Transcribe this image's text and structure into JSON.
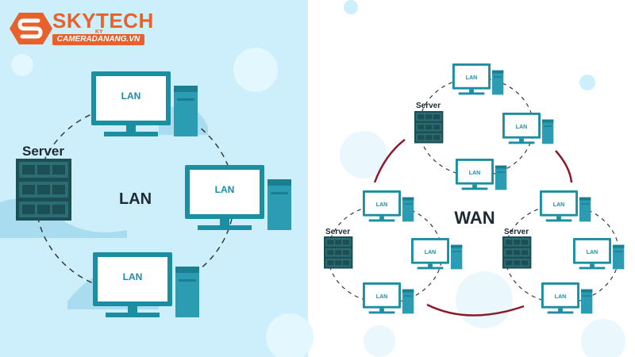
{
  "brand": {
    "name": "SKYTECH",
    "suffix": "KY",
    "url": "CAMERADANANG.VN"
  },
  "left_panel": {
    "center_label": "LAN",
    "server_label": "Server",
    "computer_labels": [
      "LAN",
      "LAN",
      "LAN"
    ]
  },
  "right_panel": {
    "center_label": "WAN",
    "clusters": [
      {
        "server_label": "Server",
        "computer_labels": [
          "LAN",
          "LAN",
          "LAN"
        ]
      },
      {
        "server_label": "Server",
        "computer_labels": [
          "LAN",
          "LAN",
          "LAN"
        ]
      },
      {
        "server_label": "Server",
        "computer_labels": [
          "LAN",
          "LAN",
          "LAN"
        ]
      }
    ]
  },
  "colors": {
    "left_background": "#cdeffc",
    "monitor_frame": "#1b8ea2",
    "monitor_screen": "#ffffff",
    "tower": "#2b9cb1",
    "server_rack": "#1c4f55",
    "wan_link": "#8b1a2a",
    "brand_orange": "#e8612c",
    "text_dark": "#1b2a33"
  }
}
